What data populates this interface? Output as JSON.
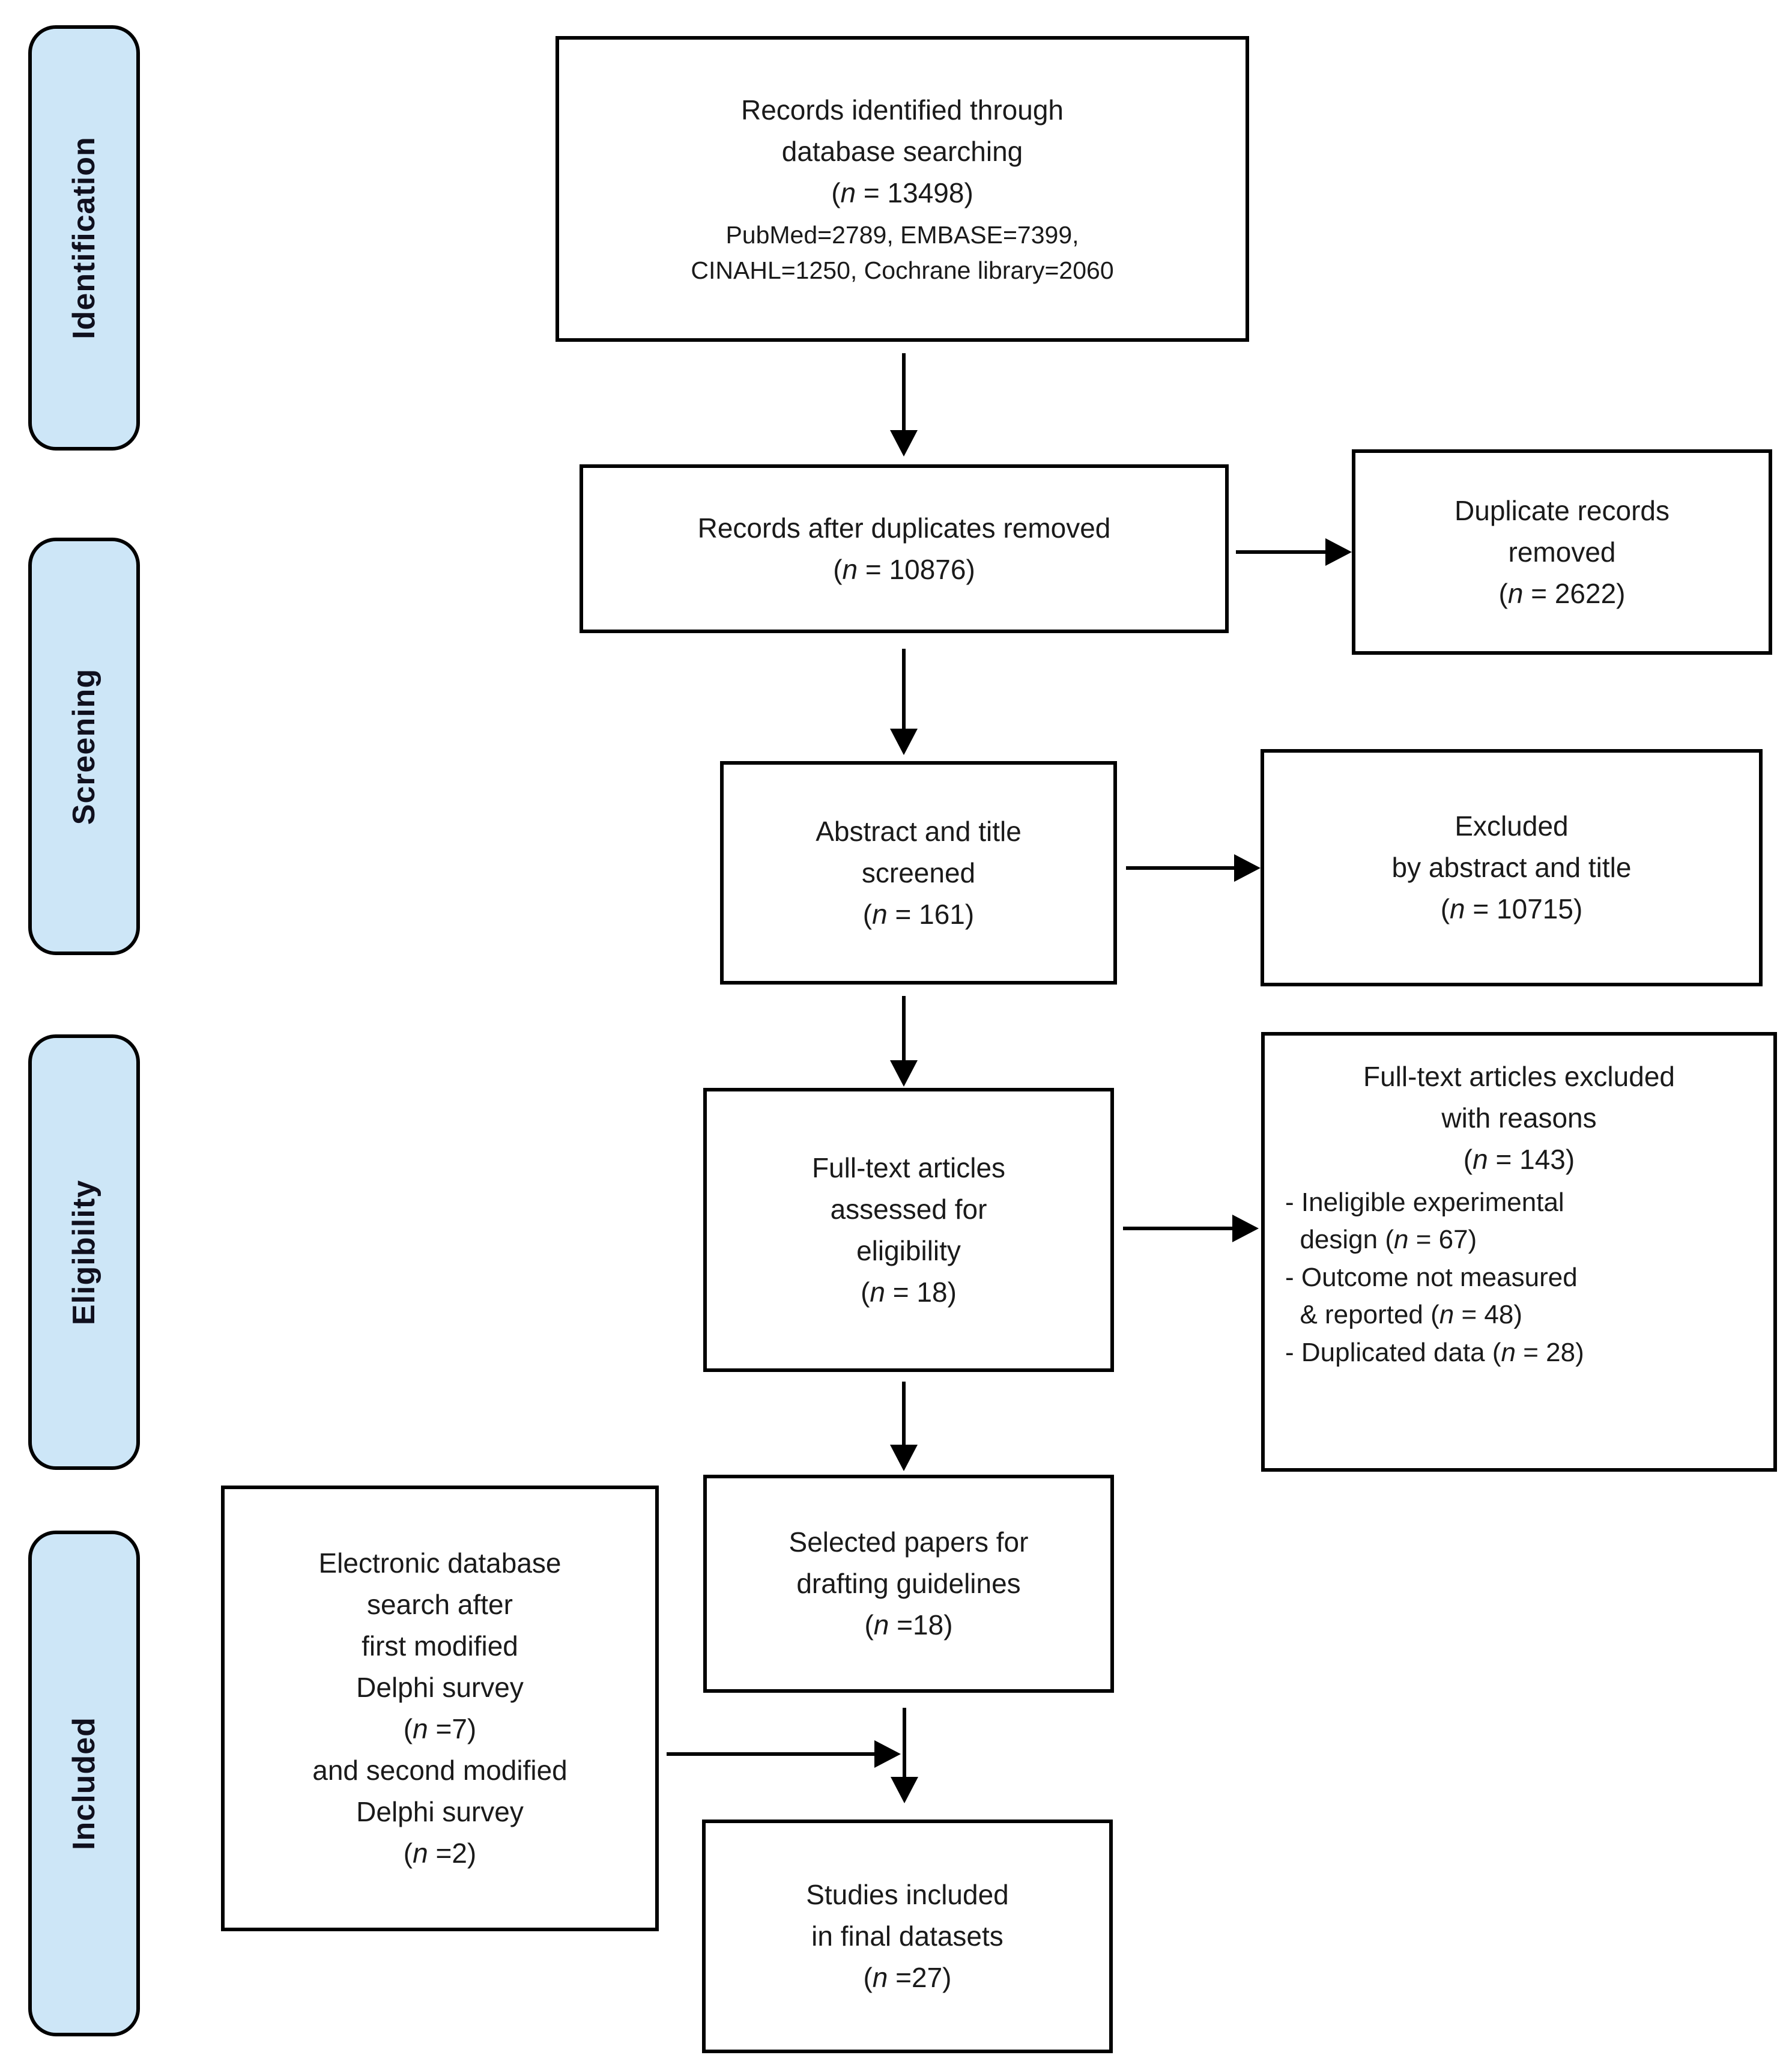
{
  "colors": {
    "stage_fill": "#cde6f7",
    "border": "#000000",
    "background": "#ffffff"
  },
  "stages": [
    {
      "label": "Identification"
    },
    {
      "label": "Screening"
    },
    {
      "label": "Eligibility"
    },
    {
      "label": "Included"
    }
  ],
  "boxes": {
    "records_identified": {
      "title_lines": [
        "Records identified through",
        "database searching",
        "(n = 13498)"
      ],
      "detail_lines": [
        "PubMed=2789, EMBASE=7399,",
        "CINAHL=1250, Cochrane library=2060"
      ]
    },
    "after_duplicates": {
      "lines": [
        "Records after duplicates removed",
        "(n = 10876)"
      ]
    },
    "duplicates_removed": {
      "lines": [
        "Duplicate records",
        "removed",
        "(n = 2622)"
      ]
    },
    "abstract_title_screened": {
      "lines": [
        "Abstract and title",
        "screened",
        "(n = 161)"
      ]
    },
    "excluded_abstract_title": {
      "lines": [
        "Excluded",
        "by abstract and title",
        "(n = 10715)"
      ]
    },
    "fulltext_assessed": {
      "lines": [
        "Full-text articles",
        "assessed for",
        "eligibility",
        "(n = 18)"
      ]
    },
    "fulltext_excluded": {
      "title_lines": [
        "Full-text articles excluded",
        "with reasons",
        "(n = 143)"
      ],
      "reason_lines": [
        "- Ineligible experimental",
        "  design (n = 67)",
        "- Outcome not measured",
        "  & reported (n = 48)",
        "- Duplicated data (n = 28)"
      ]
    },
    "selected_papers": {
      "lines": [
        "Selected papers for",
        "drafting guidelines",
        "(n =18)"
      ]
    },
    "electronic_search": {
      "lines": [
        "Electronic database",
        "search after",
        "first modified",
        "Delphi survey",
        "(n =7)",
        "and second modified",
        "Delphi survey",
        "(n =2)"
      ]
    },
    "studies_included": {
      "lines": [
        "Studies included",
        "in final datasets",
        "(n =27)"
      ]
    }
  }
}
